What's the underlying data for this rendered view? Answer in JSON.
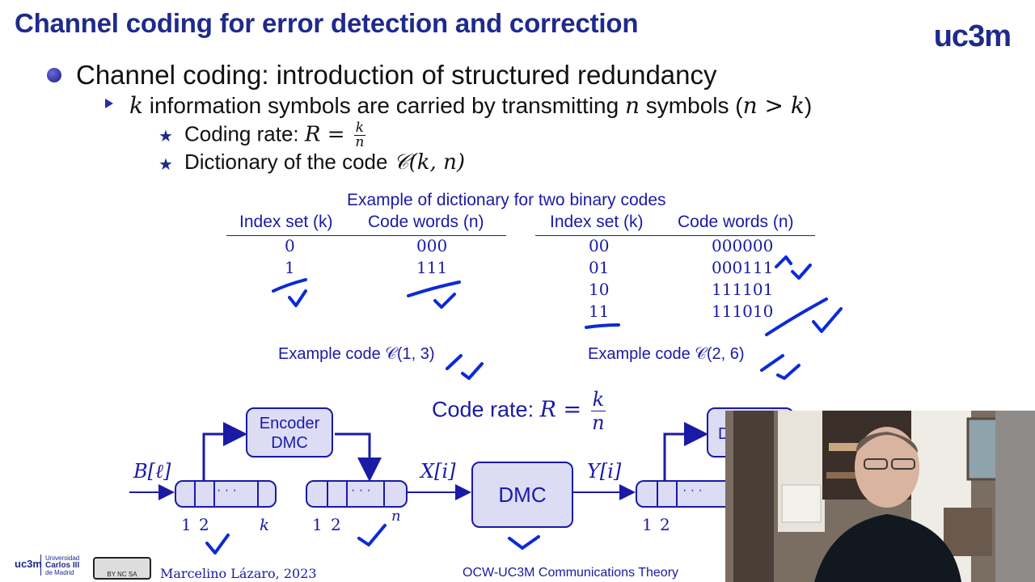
{
  "slide": {
    "title": "Channel coding for error detection and correction",
    "logo": "uc3m",
    "bullet1": "Channel coding: introduction of structured redundancy",
    "bullet2_a": "k",
    "bullet2_b": " information symbols are carried by transmitting ",
    "bullet2_c": "n",
    "bullet2_d": " symbols (",
    "bullet2_e": "n > k",
    "bullet2_f": ")",
    "bullet3_label": "Coding rate: ",
    "bullet3_R": "R =",
    "bullet3_num": "k",
    "bullet3_den": "n",
    "bullet4_label": "Dictionary of the code ",
    "bullet4_code": "𝒞(k, n)"
  },
  "table": {
    "caption": "Example of dictionary for two binary codes",
    "left_headers": [
      "Index set (k)",
      "Code words (n)"
    ],
    "left_rows": [
      [
        "0",
        "000"
      ],
      [
        "1",
        "111"
      ]
    ],
    "right_headers": [
      "Index set (k)",
      "Code words (n)"
    ],
    "right_rows": [
      [
        "00",
        "000000"
      ],
      [
        "01",
        "000111"
      ],
      [
        "10",
        "111101"
      ],
      [
        "11",
        "111010"
      ]
    ],
    "left_example": "Example code 𝒞(1, 3)",
    "right_example": "Example code 𝒞(2, 6)"
  },
  "diagram": {
    "code_rate_label": "Code rate: ",
    "code_rate_R": "R =",
    "code_rate_num": "k",
    "code_rate_den": "n",
    "encoder_line1": "Encoder",
    "encoder_line2": "DMC",
    "dmc_label": "DMC",
    "decoder_partial": "D",
    "input_label": "B[ℓ]",
    "x_label": "X[i]",
    "y_label": "Y[i]",
    "reg_dots": "· · ·",
    "idx_1": "1",
    "idx_2": "2",
    "idx_k": "k",
    "idx_n": "n"
  },
  "footer": {
    "univ_line1": "Universidad",
    "univ_line2": "Carlos III",
    "univ_line3": "de Madrid",
    "license": "BY NC SA",
    "author": "Marcelino Lázaro, 2023",
    "course": "OCW-UC3M Communications Theory"
  },
  "colors": {
    "title": "#1f2a8c",
    "accent": "#1a1aa6",
    "box_fill": "#dcdcf5",
    "ink": "#0b2bd6"
  }
}
